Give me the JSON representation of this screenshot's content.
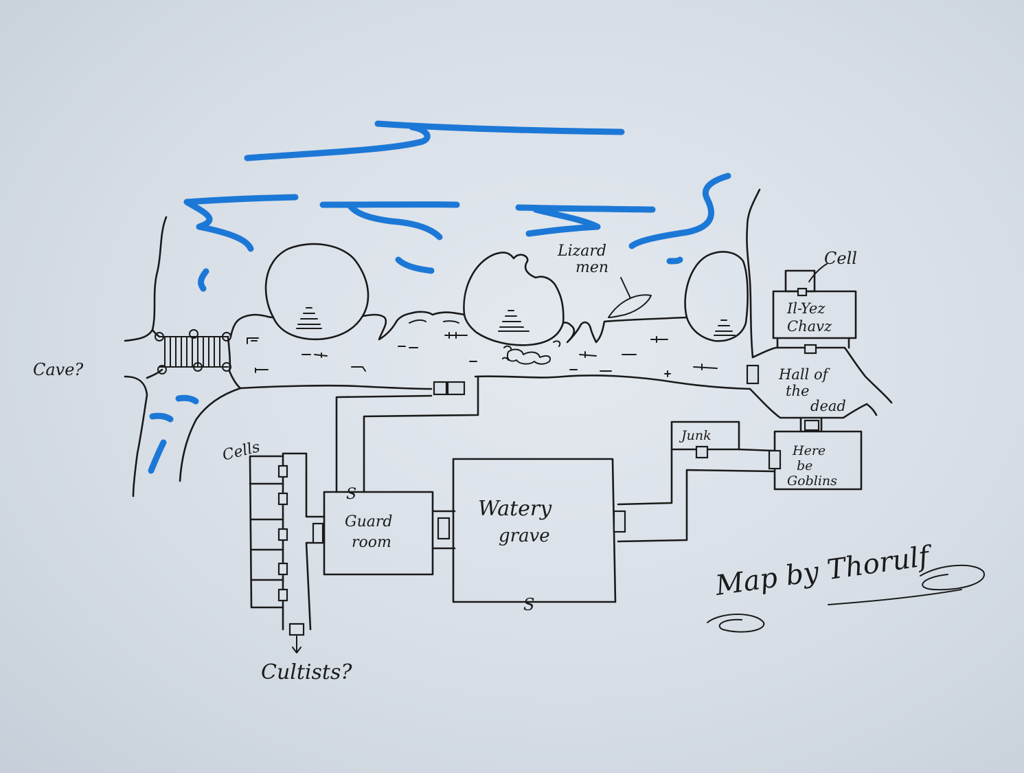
{
  "map": {
    "labels": {
      "cave": "Cave?",
      "lizard_men_1": "Lizard",
      "lizard_men_2": "men",
      "cell": "Cell",
      "il_yez_1": "Il-Yez",
      "il_yez_2": "Chavz",
      "hall_1": "Hall of",
      "hall_2": "the",
      "hall_3": "dead",
      "junk": "Junk",
      "goblins_1": "Here",
      "goblins_2": "be",
      "goblins_3": "Goblins",
      "cells": "Cells",
      "guard_1": "Guard",
      "guard_2": "room",
      "watery_1": "Watery",
      "watery_2": "grave",
      "cultists": "Cultists?",
      "secret_1": "S",
      "secret_2": "S",
      "signature": "Map by Thorulf"
    },
    "colors": {
      "ink": "#1a1a1a",
      "water": "#1c78d6",
      "paper": "#dde3ea"
    }
  }
}
